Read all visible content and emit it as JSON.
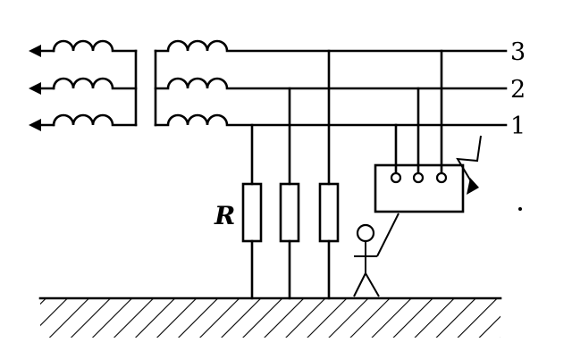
{
  "diagram": {
    "line_labels": [
      "3",
      "2",
      "1"
    ],
    "resistor_label": "R"
  }
}
